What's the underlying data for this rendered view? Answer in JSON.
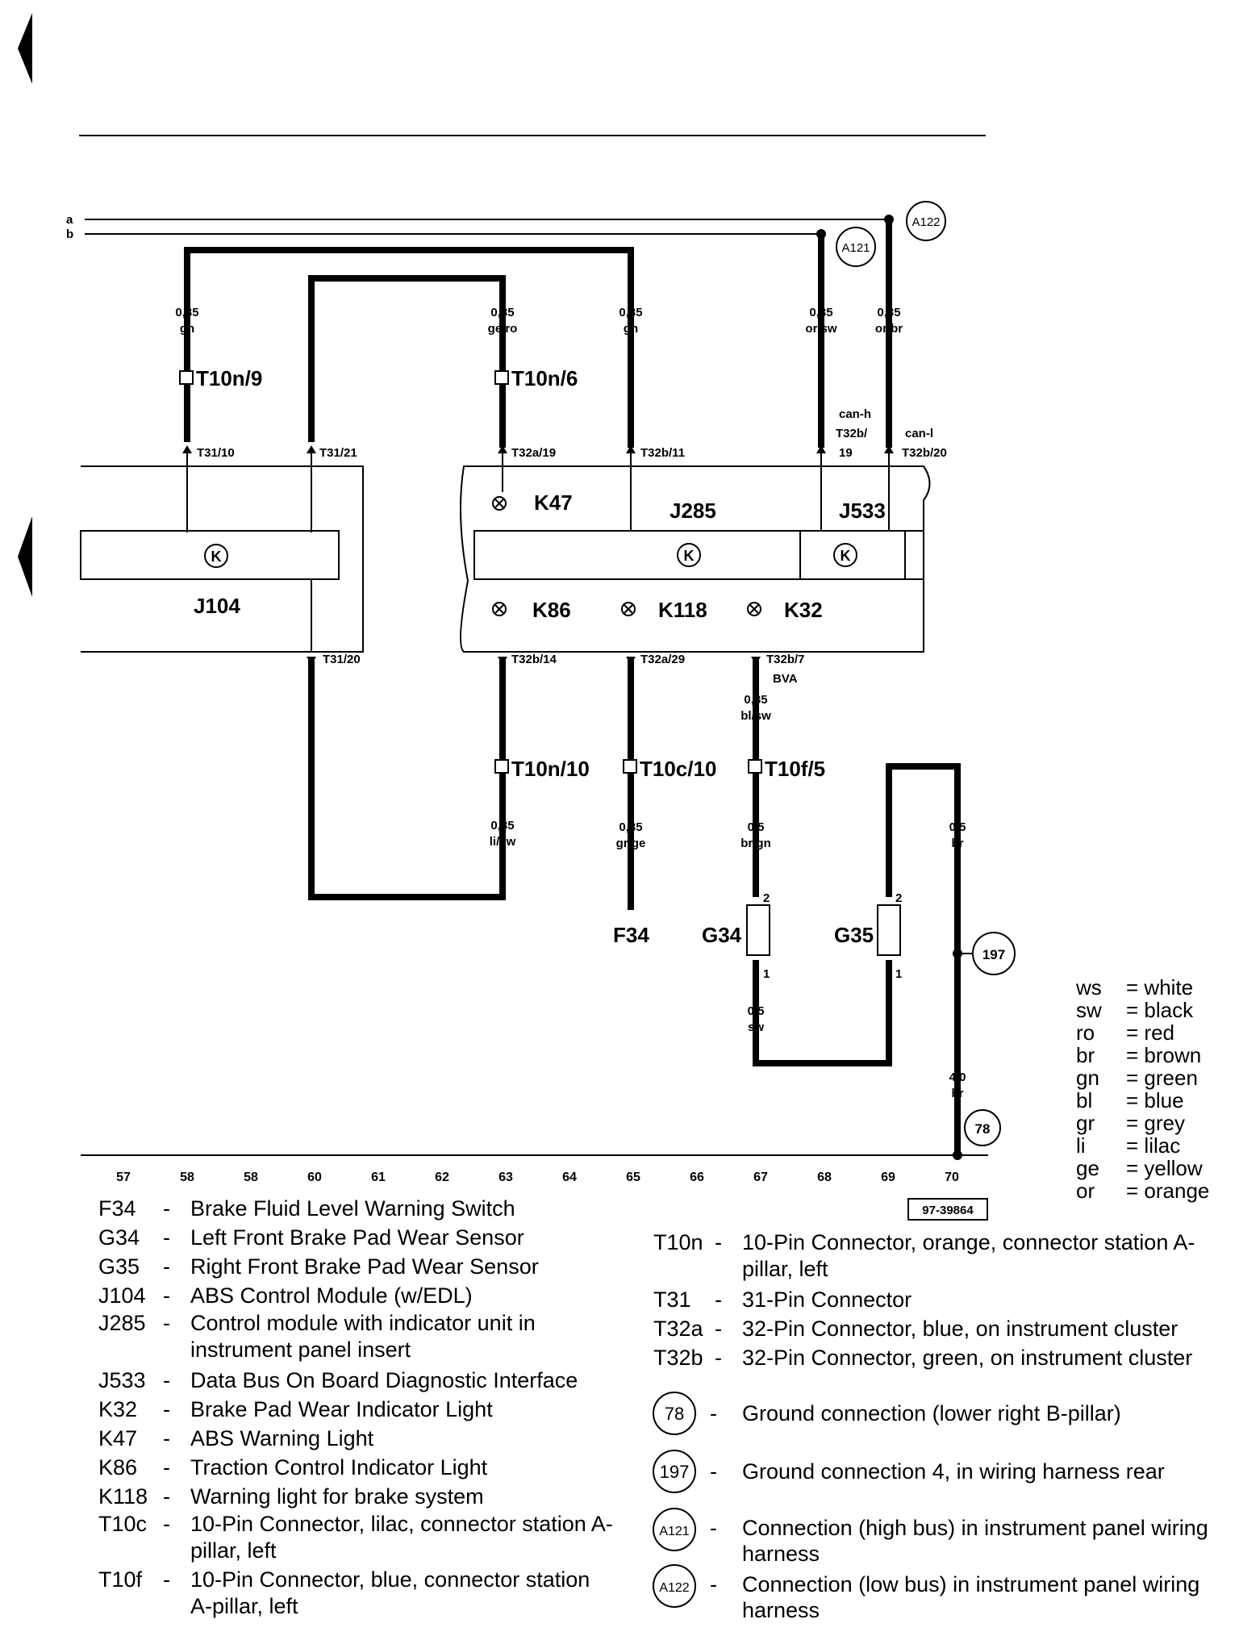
{
  "diagram": {
    "bus_lines": [
      "a",
      "b"
    ],
    "wires": {
      "w58": {
        "size": "0,35",
        "color": "gn"
      },
      "w63": {
        "size": "0,35",
        "color": "ge/ro"
      },
      "w65": {
        "size": "0,35",
        "color": "gn"
      },
      "w68": {
        "size": "0,35",
        "color": "or/sw"
      },
      "w69": {
        "size": "0,35",
        "color": "or/br"
      },
      "k32_out": {
        "size": "0,35",
        "color": "bl/sw"
      },
      "k86_out": {
        "size": "0,35",
        "color": "li/sw"
      },
      "k118_out": {
        "size": "0,35",
        "color": "gr/ge"
      },
      "g34_in": {
        "size": "0,5",
        "color": "br/gn"
      },
      "g34_out": {
        "size": "0,5",
        "color": "sw"
      },
      "w70_top": {
        "size": "0,5",
        "color": "br"
      },
      "w70_bottom": {
        "size": "4,0",
        "color": "br"
      }
    },
    "connectors": {
      "t10n9": "T10n/9",
      "t10n6": "T10n/6",
      "t10n10": "T10n/10",
      "t10c10": "T10c/10",
      "t10f5": "T10f/5"
    },
    "pins": {
      "t31_10": "T31/10",
      "t31_21": "T31/21",
      "t31_20": "T31/20",
      "t32a_19": "T32a/19",
      "t32b_11": "T32b/11",
      "t32b_19": "T32b/",
      "t32b_19b": "19",
      "t32b_20": "T32b/20",
      "t32b_14": "T32b/14",
      "t32a_29": "T32a/29",
      "t32b_7": "T32b/7",
      "bva": "BVA",
      "can_h": "can-h",
      "can_l": "can-l",
      "g_pin2": "2",
      "g_pin1": "1"
    },
    "components": {
      "j104": "J104",
      "j285": "J285",
      "j533": "J533",
      "k47": "K47",
      "k86": "K86",
      "k118": "K118",
      "k32": "K32",
      "f34": "F34",
      "g34": "G34",
      "g35": "G35",
      "k_symbol": "K"
    },
    "circles": {
      "a121": "A121",
      "a122": "A122",
      "c197": "197",
      "c78": "78"
    },
    "column_numbers": [
      "57",
      "58",
      "58",
      "60",
      "61",
      "62",
      "63",
      "64",
      "65",
      "66",
      "67",
      "68",
      "69",
      "70"
    ],
    "reference_code": "97-39864"
  },
  "legend_left": [
    {
      "code": "F34",
      "desc": "Brake Fluid Level Warning Switch"
    },
    {
      "code": "G34",
      "desc": "Left Front Brake Pad Wear Sensor"
    },
    {
      "code": "G35",
      "desc": "Right Front Brake Pad Wear Sensor"
    },
    {
      "code": "J104",
      "desc": "ABS Control Module (w/EDL)"
    },
    {
      "code": "J285",
      "desc": "Control module with indicator unit in instrument panel insert"
    },
    {
      "code": "J533",
      "desc": "Data Bus On Board Diagnostic Interface"
    },
    {
      "code": "K32",
      "desc": "Brake Pad Wear Indicator Light"
    },
    {
      "code": "K47",
      "desc": "ABS Warning Light"
    },
    {
      "code": "K86",
      "desc": "Traction Control Indicator Light"
    },
    {
      "code": "K118",
      "desc": "Warning light for brake system"
    },
    {
      "code": "T10c",
      "desc": "10-Pin Connector, lilac, connector station A-pillar, left"
    },
    {
      "code": "T10f",
      "desc": "10-Pin Connector, blue, connector station A-pillar, left"
    }
  ],
  "legend_right": [
    {
      "code": "T10n",
      "desc": "10-Pin Connector, orange, connector station A-pillar, left"
    },
    {
      "code": "T31",
      "desc": "31-Pin Connector"
    },
    {
      "code": "T32a",
      "desc": "32-Pin Connector, blue, on instrument cluster"
    },
    {
      "code": "T32b",
      "desc": "32-Pin Connector, green, on instrument cluster"
    },
    {
      "code": "78",
      "desc": "Ground connection (lower right B-pillar)"
    },
    {
      "code": "197",
      "desc": "Ground connection 4, in wiring harness rear"
    },
    {
      "code": "A121",
      "desc": "Connection (high bus) in instrument panel wiring harness"
    },
    {
      "code": "A122",
      "desc": "Connection (low bus) in instrument panel wiring harness"
    }
  ],
  "color_key": [
    {
      "abbr": "ws",
      "name": "white"
    },
    {
      "abbr": "sw",
      "name": "black"
    },
    {
      "abbr": "ro",
      "name": "red"
    },
    {
      "abbr": "br",
      "name": "brown"
    },
    {
      "abbr": "gn",
      "name": "green"
    },
    {
      "abbr": "bl",
      "name": "blue"
    },
    {
      "abbr": "gr",
      "name": "grey"
    },
    {
      "abbr": "li",
      "name": "lilac"
    },
    {
      "abbr": "ge",
      "name": "yellow"
    },
    {
      "abbr": "or",
      "name": "orange"
    }
  ]
}
